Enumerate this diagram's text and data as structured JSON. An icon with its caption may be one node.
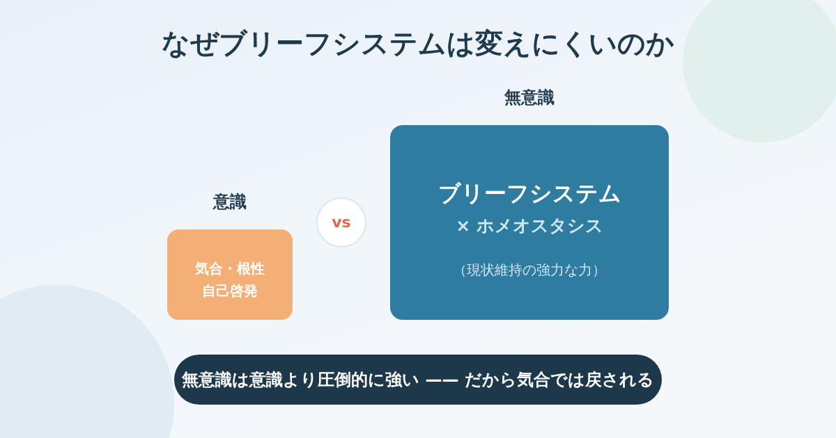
{
  "diagram": {
    "title": "なぜブリーフシステムは変えにくいのか",
    "nodes": [
      {
        "text": [
          "意識",
          "気合・根性自己啓発"
        ]
      },
      {
        "text": [
          "vs"
        ]
      },
      {
        "text": [
          "無意識",
          "ブリーフシステム",
          "× ホメオスタシス",
          "（現状維持の強力な力）"
        ]
      },
      {
        "text": [
          "無意識は意識より圧倒的に強い —— だから気合では戻される"
        ]
      }
    ]
  }
}
